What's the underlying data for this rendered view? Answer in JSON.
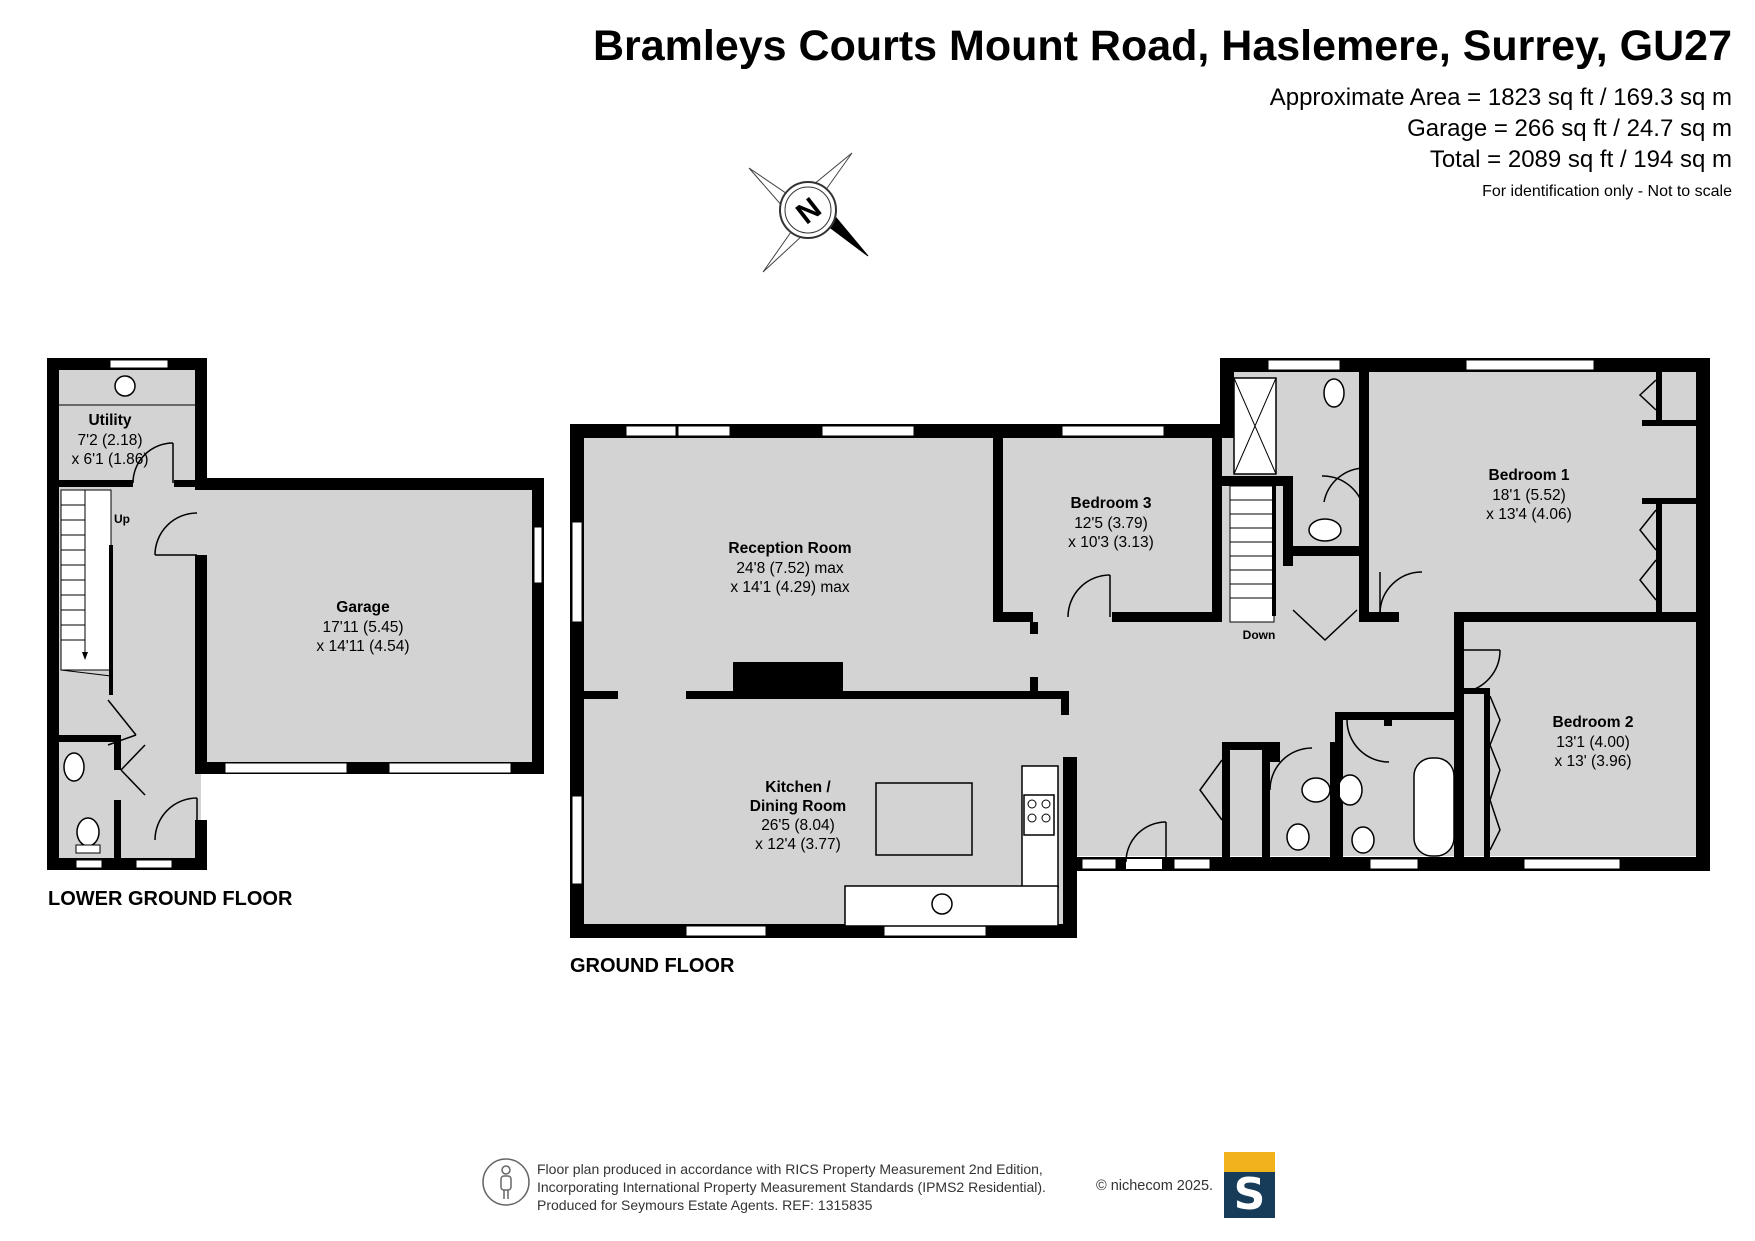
{
  "header": {
    "title": "Bramleys Courts Mount Road, Haslemere, Surrey, GU27",
    "approx_area": "Approximate Area = 1823 sq ft / 169.3 sq m",
    "garage_area": "Garage = 266 sq ft / 24.7 sq m",
    "total_area": "Total = 2089 sq ft / 194 sq m",
    "note": "For identification only - Not to scale"
  },
  "compass": {
    "letter": "N",
    "icon": "compass-icon"
  },
  "floors": {
    "lower": "LOWER GROUND FLOOR",
    "ground": "GROUND FLOOR"
  },
  "rooms": {
    "utility": {
      "name": "Utility",
      "dim1": "7'2 (2.18)",
      "dim2": "x 6'1 (1.86)"
    },
    "garage": {
      "name": "Garage",
      "dim1": "17'11 (5.45)",
      "dim2": "x 14'11 (4.54)"
    },
    "reception": {
      "name": "Reception Room",
      "dim1": "24'8 (7.52) max",
      "dim2": "x 14'1 (4.29) max"
    },
    "kitchen": {
      "name1": "Kitchen /",
      "name2": "Dining Room",
      "dim1": "26'5 (8.04)",
      "dim2": "x 12'4 (3.77)"
    },
    "bedroom3": {
      "name": "Bedroom 3",
      "dim1": "12'5 (3.79)",
      "dim2": "x 10'3 (3.13)"
    },
    "bedroom1": {
      "name": "Bedroom 1",
      "dim1": "18'1 (5.52)",
      "dim2": "x 13'4 (4.06)"
    },
    "bedroom2": {
      "name": "Bedroom 2",
      "dim1": "13'1 (4.00)",
      "dim2": "x 13' (3.96)"
    }
  },
  "stairs": {
    "up": "Up",
    "down": "Down"
  },
  "footer": {
    "line1": "Floor plan produced in accordance with RICS Property Measurement 2nd Edition,",
    "line2": "Incorporating International Property Measurement Standards (IPMS2 Residential).",
    "line3": "Produced for Seymours Estate Agents.   REF: 1315835",
    "copyright": "© nichecom 2025.",
    "logo_letter": "S"
  },
  "colors": {
    "floor_fill": "#d3d3d3",
    "wall": "#000000",
    "logo_top": "#f2b21b",
    "logo_bottom": "#173c5a"
  }
}
